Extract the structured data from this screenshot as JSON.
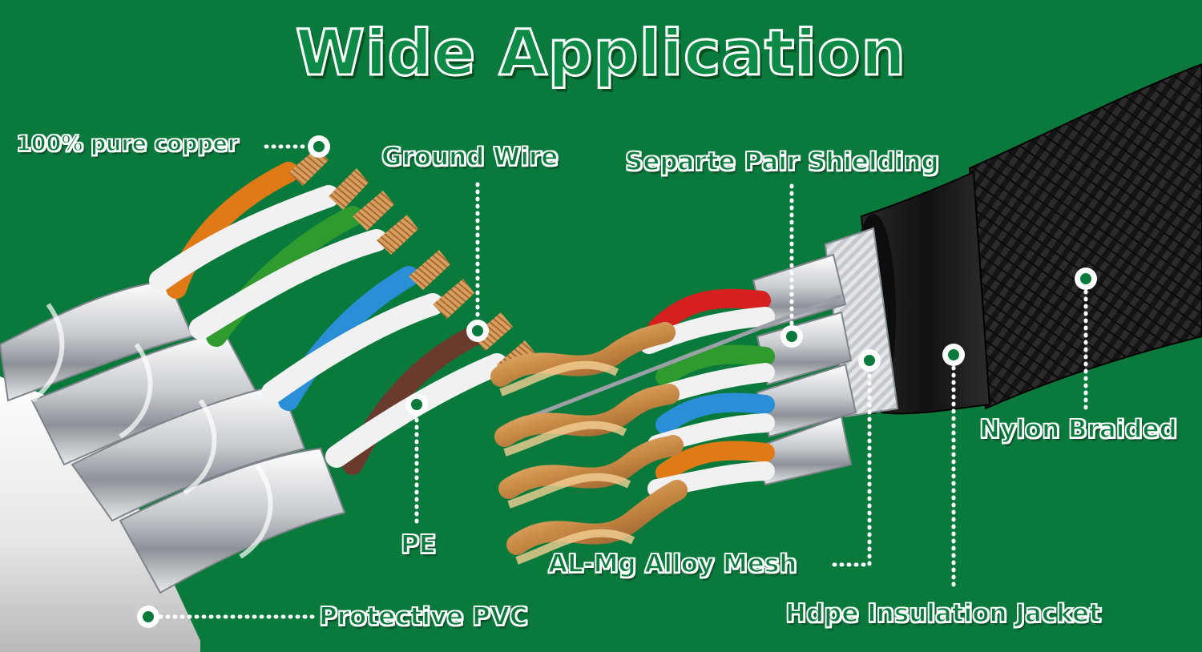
{
  "title": "Wide Application",
  "labels": {
    "copper": "100% pure copper",
    "ground_wire": "Ground Wire",
    "pair_shielding": "Separte Pair Shielding",
    "pe": "PE",
    "protective_pvc": "Protective PVC",
    "mesh": "AL-Mg Alloy Mesh",
    "nylon": "Nylon Braided",
    "hdpe": "Hdpe Insulation Jacket"
  },
  "colors": {
    "background": "#0a7a3c",
    "copper": "#d9a05a",
    "wire_orange": "#e07a16",
    "wire_green": "#2f9a2e",
    "wire_blue": "#2a8fd6",
    "wire_brown": "#6a3a2c",
    "wire_red": "#d62020",
    "insulation_white": "#f2f2f2",
    "foil_silver": "#c8ccd0",
    "braid_black": "#1a1a1a"
  }
}
